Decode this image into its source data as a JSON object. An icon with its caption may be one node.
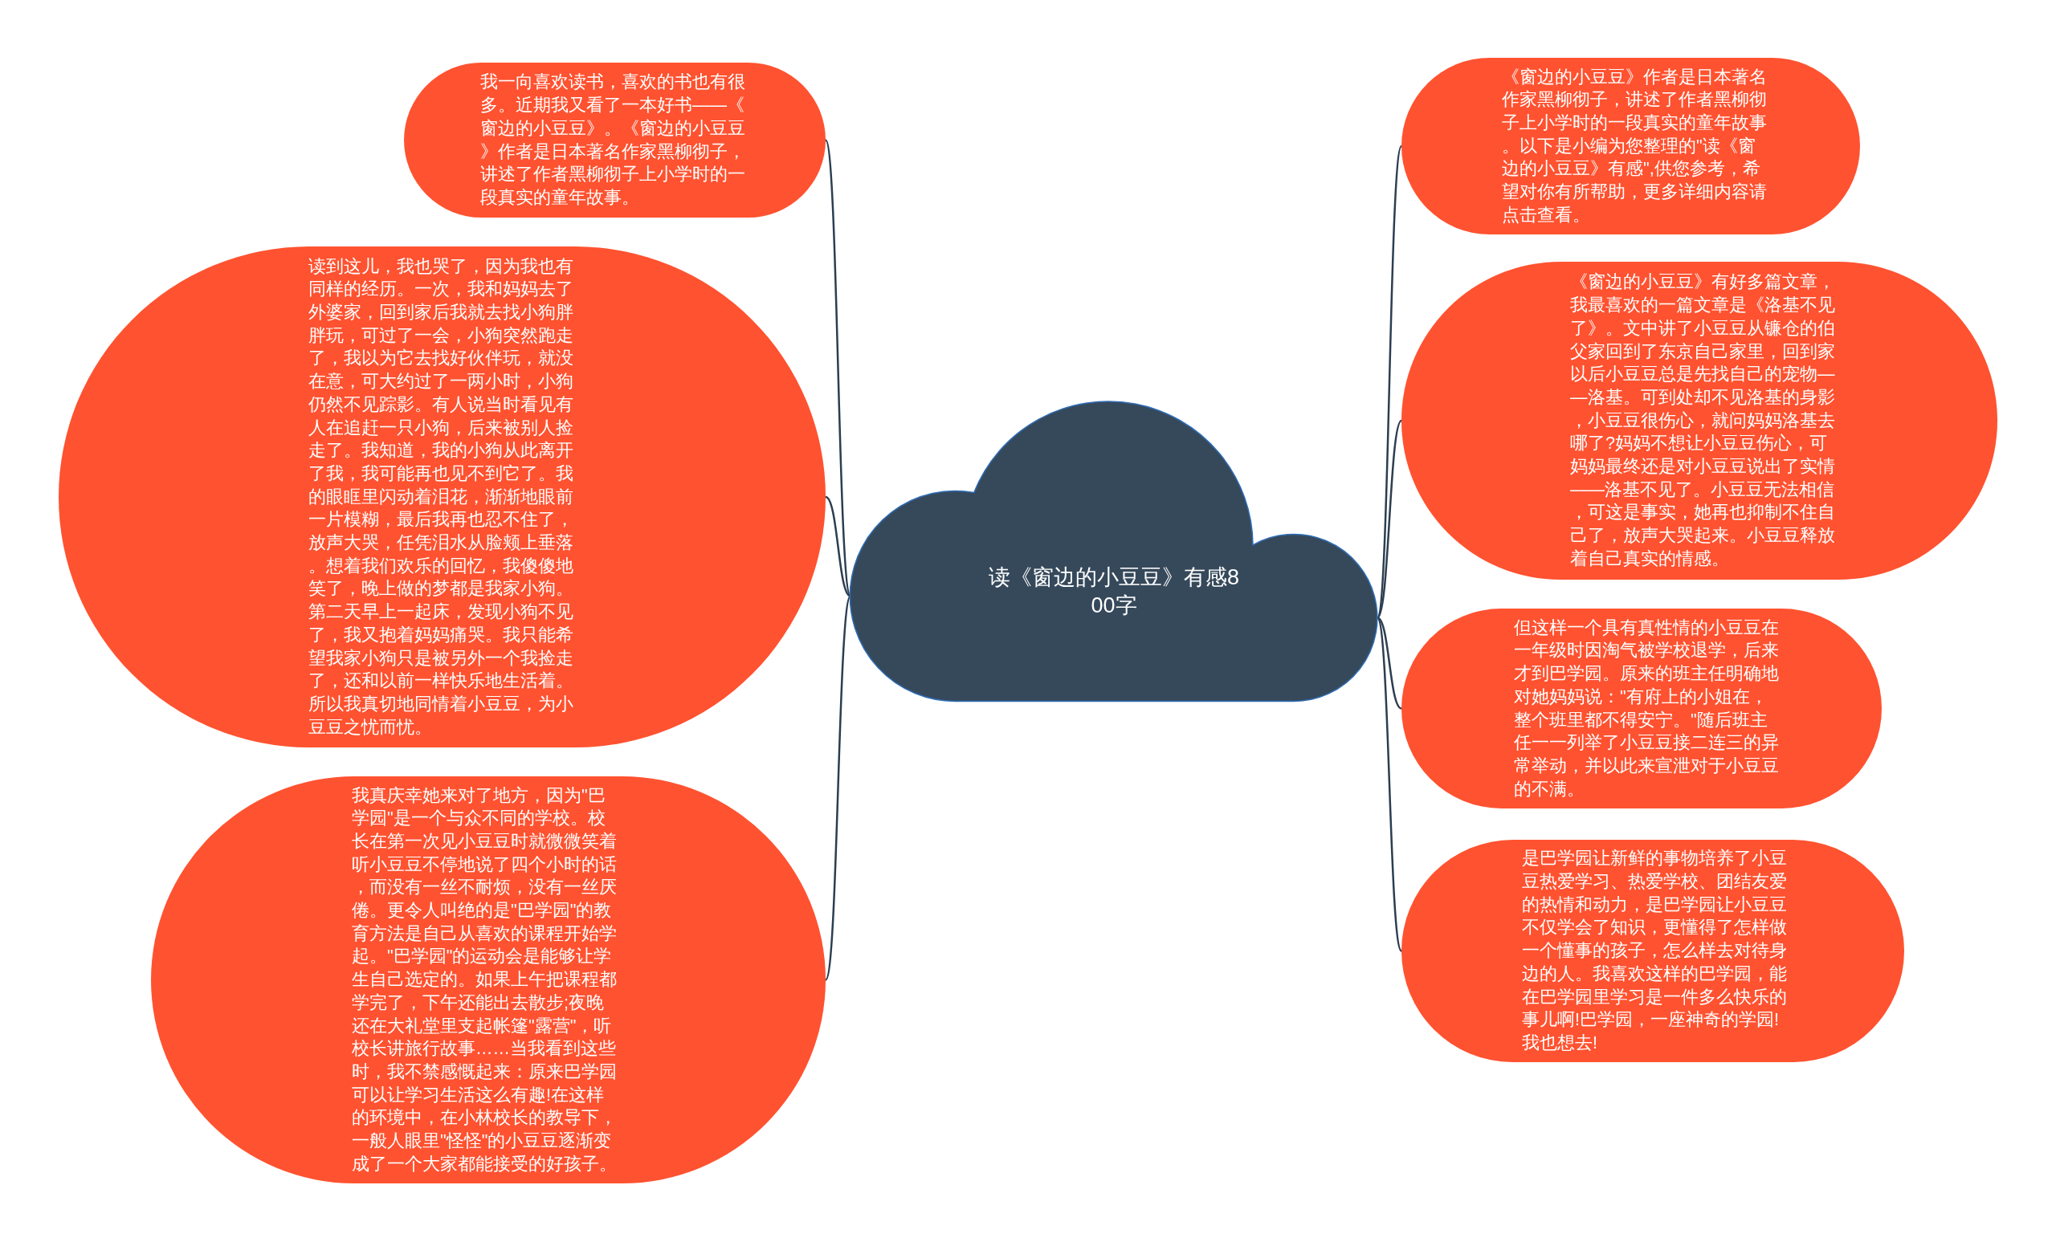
{
  "diagram": {
    "nodes": [
      {
        "text": [
          "读《窗边的小豆豆》有感800字"
        ]
      },
      {
        "text": [
          "我一向喜欢读书，喜欢的书也有很多。近期我又看了一本好书——《窗边的小豆豆》。《窗边的小豆豆》作者是日本著名作家黑柳彻子，讲述了作者黑柳彻子上小学时的一段真实的童年故事。"
        ]
      },
      {
        "text": [
          "读到这儿，我也哭了，因为我也有同样的经历。一次，我和妈妈去了外婆家，回到家后我就去找小狗胖胖玩，可过了一会，小狗突然跑走了，我以为它去找好伙伴玩，就没在意，可大约过了一两小时，小狗仍然不见踪影。有人说当时看见有人在追赶一只小狗，后来被别人捡走了。我知道，我的小狗从此离开了我，我可能再也见不到它了。我的眼眶里闪动着泪花，渐渐地眼前一片模糊，最后我再也忍不住了，放声大哭，任凭泪水从脸颊上垂落。想着我们欢乐的回忆，我傻傻地笑了，晚上做的梦都是我家小狗。第二天早上一起床，发现小狗不见了，我又抱着妈妈痛哭。我只能希望我家小狗只是被另外一个我捡走了，还和以前一样快乐地生活着。所以我真切地同情着小豆豆，为小豆豆之忧而忧。"
        ]
      },
      {
        "text": [
          "我真庆幸她来对了地方，因为\"巴学园\"是一个与众不同的学校。校长在第一次见小豆豆时就微微笑着听小豆豆不停地说了四个小时的话，而没有一丝不耐烦，没有一丝厌倦。更令人叫绝的是\"巴学园\"的教育方法是自己从喜欢的课程开始学起。\"巴学园\"的运动会是能够让学生自己选定的。如果上午把课程都学完了，下午还能出去散步;夜晚还在大礼堂里支起帐篷\"露营\"，听校长讲旅行故事……当我看到这些时，我不禁感慨起来：原来巴学园可以让学习生活这么有趣!在这样的环境中，在小林校长的教导下，一般人眼里\"怪怪\"的小豆豆逐渐变成了一个大家都能接受的好孩子。"
        ]
      },
      {
        "text": [
          "《窗边的小豆豆》作者是日本著名作家黑柳彻子，讲述了作者黑柳彻子上小学时的一段真实的童年故事。以下是小编为您整理的\"读《窗边的小豆豆》有感\",供您参考，希望对你有所帮助，更多详细内容请点击查看。"
        ]
      },
      {
        "text": [
          "《窗边的小豆豆》有好多篇文章，我最喜欢的一篇文章是《洛基不见了》。文中讲了小豆豆从镰仓的伯父家回到了东京自己家里，回到家以后小豆豆总是先找自己的宠物——洛基。可到处却不见洛基的身影，小豆豆很伤心，就问妈妈洛基去哪了?妈妈不想让小豆豆伤心，可妈妈最终还是对小豆豆说出了实情——洛基不见了。小豆豆无法相信，可这是事实，她再也抑制不住自己了，放声大哭起来。小豆豆释放着自己真实的情感。"
        ]
      },
      {
        "text": [
          "但这样一个具有真性情的小豆豆在一年级时因淘气被学校退学，后来才到巴学园。原来的班主任明确地对她妈妈说：\"有府上的小姐在，整个班里都不得安宁。\"随后班主任一一列举了小豆豆接二连三的异常举动，并以此来宣泄对于小豆豆的不满。"
        ]
      },
      {
        "text": [
          "是巴学园让新鲜的事物培养了小豆豆热爱学习、热爱学校、团结友爱的热情和动力，是巴学园让小豆豆不仅学会了知识，更懂得了怎样做一个懂事的孩子，怎么样去对待身边的人。我喜欢这样的巴学园，能在巴学园里学习是一件多么快乐的事儿啊!巴学园，一座神奇的学园!我也想去!"
        ]
      }
    ],
    "edges": [
      {
        "from": 0,
        "to": 1,
        "arrow": "none"
      },
      {
        "from": 0,
        "to": 2,
        "arrow": "none"
      },
      {
        "from": 0,
        "to": 3,
        "arrow": "none"
      },
      {
        "from": 0,
        "to": 4,
        "arrow": "none"
      },
      {
        "from": 0,
        "to": 5,
        "arrow": "none"
      },
      {
        "from": 0,
        "to": 6,
        "arrow": "none"
      },
      {
        "from": 0,
        "to": 7,
        "arrow": "none"
      }
    ]
  }
}
